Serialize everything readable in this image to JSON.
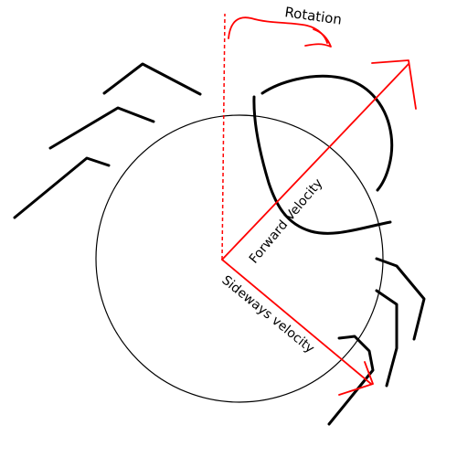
{
  "labels": {
    "rotation": "Rotation",
    "forward_velocity": "Forward Velocity",
    "sideways_velocity": "Sideways velocity"
  },
  "colors": {
    "sketch": "#000000",
    "vector": "#ff0000",
    "background": "#ffffff"
  }
}
